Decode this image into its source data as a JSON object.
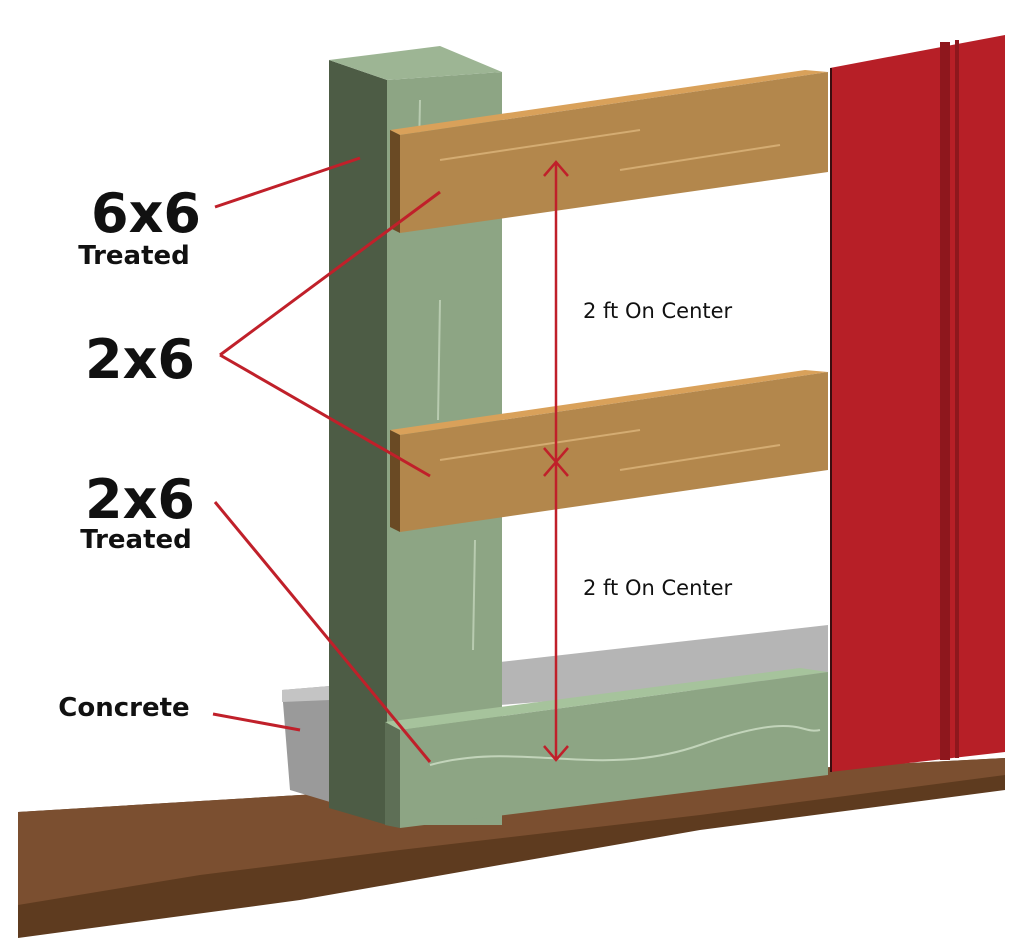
{
  "labels": {
    "post_size": "6x6",
    "post_treatment": "Treated",
    "girt_size": "2x6",
    "base_size": "2x6",
    "base_treatment": "Treated",
    "concrete": "Concrete"
  },
  "dimensions": {
    "upper_spacing": "2 ft On Center",
    "lower_spacing": "2 ft On Center"
  },
  "colors": {
    "leader_line": "#c0202a",
    "siding": "#b71f27",
    "post_treated": "#8da584",
    "girt_wood": "#b3874c",
    "concrete": "#a7a7a7",
    "ground": "#7b4f30"
  }
}
